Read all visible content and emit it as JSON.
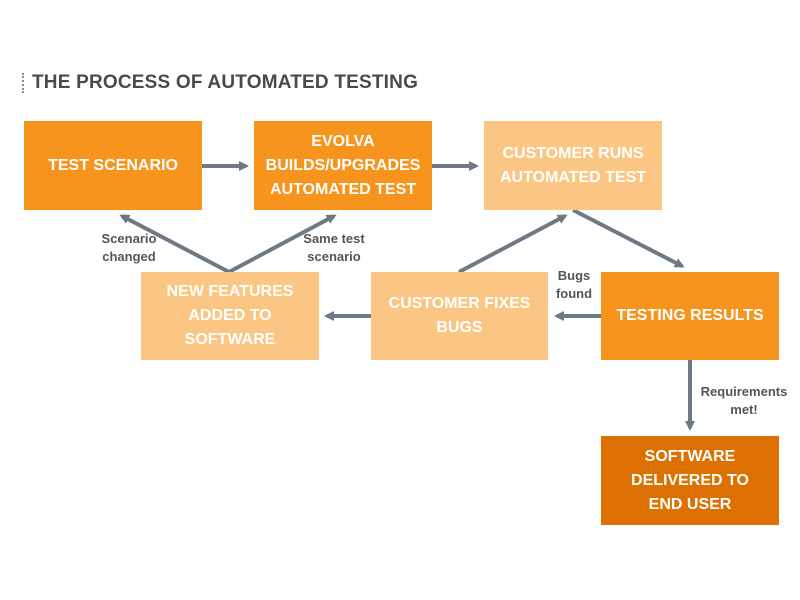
{
  "title": "THE PROCESS OF AUTOMATED TESTING",
  "colors": {
    "dark_orange": "#f7941d",
    "light_orange": "#fbc583",
    "deep_orange": "#dc7000",
    "arrow": "#6d7a86",
    "title_text": "#4a4a4a"
  },
  "nodes": {
    "test_scenario": "TEST SCENARIO",
    "evolva": "EVOLVA BUILDS/UPGRADES AUTOMATED TEST",
    "customer_runs": "CUSTOMER RUNS AUTOMATED TEST",
    "testing_results": "TESTING RESULTS",
    "customer_fixes": "CUSTOMER FIXES BUGS",
    "new_features": "NEW FEATURES ADDED TO SOFTWARE",
    "software_delivered": "SOFTWARE DELIVERED TO END USER"
  },
  "edge_labels": {
    "scenario_changed": "Scenario changed",
    "same_test_scenario": "Same test scenario",
    "bugs_found": "Bugs found",
    "requirements_met": "Requirements met!"
  }
}
